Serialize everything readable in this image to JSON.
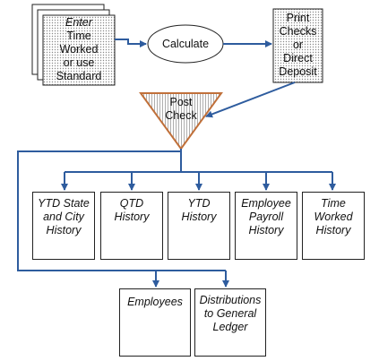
{
  "diagram": {
    "colors": {
      "line": "#2e5c9e",
      "box_border": "#222222",
      "triangle_border": "#c0703a",
      "dotted_fill": "#cfcfcf"
    },
    "source": {
      "lines": [
        "Enter",
        "Time",
        "Worked",
        "or use",
        "Standard"
      ]
    },
    "calculate": {
      "label": "Calculate"
    },
    "print": {
      "lines": [
        "Print",
        "Checks",
        "or",
        "Direct",
        "Deposit"
      ]
    },
    "post": {
      "lines": [
        "Post",
        "Check"
      ]
    },
    "history": [
      {
        "lines": [
          "YTD State",
          "and City",
          "History"
        ]
      },
      {
        "lines": [
          "QTD",
          "History"
        ]
      },
      {
        "lines": [
          "YTD",
          "History"
        ]
      },
      {
        "lines": [
          "Employee",
          "Payroll",
          "History"
        ]
      },
      {
        "lines": [
          "Time",
          "Worked",
          "History"
        ]
      }
    ],
    "bottom": [
      {
        "lines": [
          "Employees"
        ]
      },
      {
        "lines": [
          "Distributions",
          "to General",
          "Ledger"
        ]
      }
    ]
  }
}
